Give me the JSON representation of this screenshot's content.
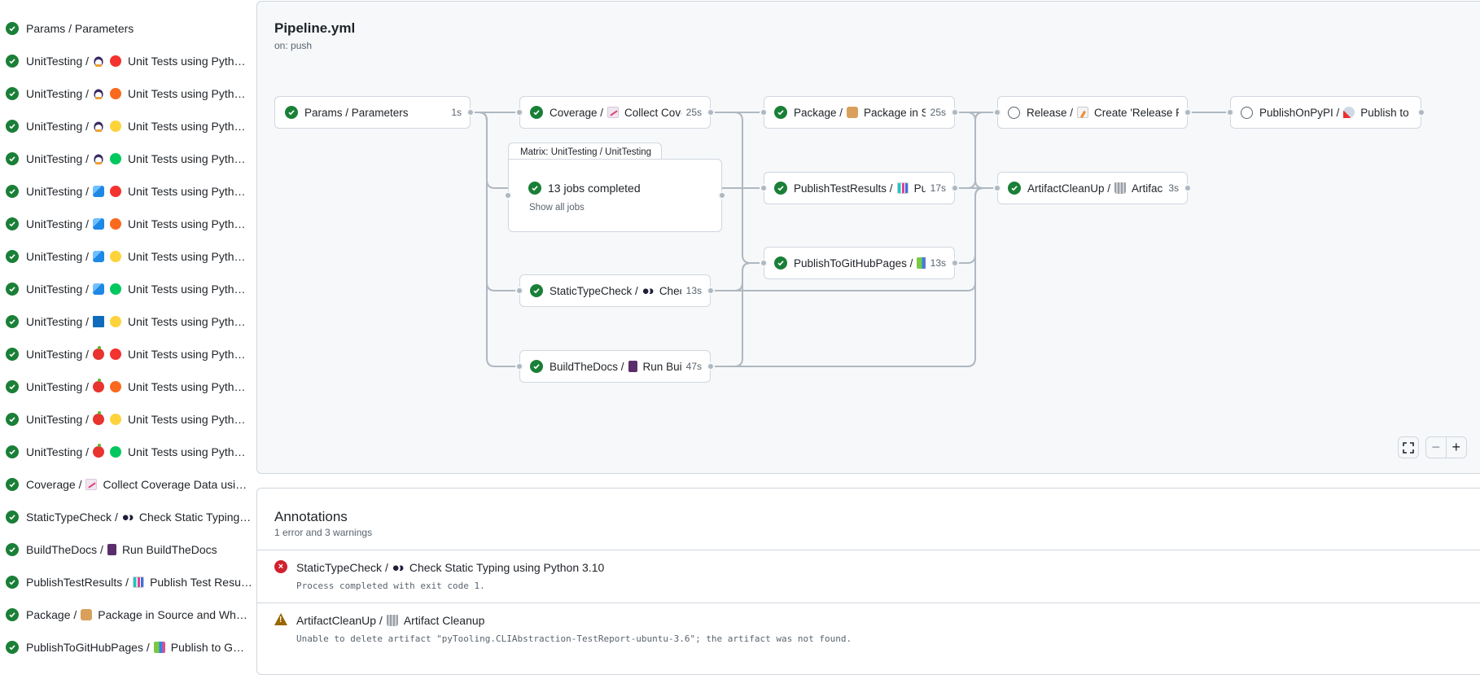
{
  "colors": {
    "success": "#1a7f37",
    "error": "#cf222e",
    "warning": "#9a6700",
    "edge": "#afb8c1"
  },
  "sidebar": {
    "items": [
      {
        "job": "Params / Parameters",
        "icon": null,
        "dot": null,
        "title": ""
      },
      {
        "job": "UnitTesting /",
        "icon": "penguin",
        "dot": "#f4322f",
        "title": "Unit Tests using Pyth…"
      },
      {
        "job": "UnitTesting /",
        "icon": "penguin",
        "dot": "#f96a1e",
        "title": "Unit Tests using Pyth…"
      },
      {
        "job": "UnitTesting /",
        "icon": "penguin",
        "dot": "#fdd33b",
        "title": "Unit Tests using Pyth…"
      },
      {
        "job": "UnitTesting /",
        "icon": "penguin",
        "dot": "#00c85f",
        "title": "Unit Tests using Pyth…"
      },
      {
        "job": "UnitTesting /",
        "icon": "cube",
        "dot": "#f4322f",
        "title": "Unit Tests using Pyth…"
      },
      {
        "job": "UnitTesting /",
        "icon": "cube",
        "dot": "#f96a1e",
        "title": "Unit Tests using Pyth…"
      },
      {
        "job": "UnitTesting /",
        "icon": "cube",
        "dot": "#fdd33b",
        "title": "Unit Tests using Pyth…"
      },
      {
        "job": "UnitTesting /",
        "icon": "cube",
        "dot": "#00c85f",
        "title": "Unit Tests using Pyth…"
      },
      {
        "job": "UnitTesting /",
        "icon": "square",
        "dot": "#fdd33b",
        "title": "Unit Tests using Pyth…"
      },
      {
        "job": "UnitTesting /",
        "icon": "apple",
        "dot": "#f4322f",
        "title": "Unit Tests using Pyth…"
      },
      {
        "job": "UnitTesting /",
        "icon": "apple",
        "dot": "#f96a1e",
        "title": "Unit Tests using Pyth…"
      },
      {
        "job": "UnitTesting /",
        "icon": "apple",
        "dot": "#fdd33b",
        "title": "Unit Tests using Pyth…"
      },
      {
        "job": "UnitTesting /",
        "icon": "apple",
        "dot": "#00c85f",
        "title": "Unit Tests using Pyth…"
      },
      {
        "job": "Coverage /",
        "icon": "chart-up",
        "dot": null,
        "title": "Collect Coverage Data usi…"
      },
      {
        "job": "StaticTypeCheck /",
        "icon": "eyes",
        "dot": null,
        "title": "Check Static Typing…"
      },
      {
        "job": "BuildTheDocs /",
        "icon": "notebook",
        "dot": null,
        "title": "Run BuildTheDocs"
      },
      {
        "job": "PublishTestResults /",
        "icon": "bar-chart",
        "dot": null,
        "title": "Publish Test Resu…"
      },
      {
        "job": "Package /",
        "icon": "package",
        "dot": null,
        "title": "Package in Source and Wh…"
      },
      {
        "job": "PublishToGitHubPages /",
        "icon": "books",
        "dot": null,
        "title": "Publish to G…"
      }
    ]
  },
  "graph": {
    "title": "Pipeline.yml",
    "trigger": "on: push",
    "nodes": [
      {
        "id": "params",
        "job": "Params / Parameters",
        "icon": null,
        "title": "",
        "duration": "1s",
        "status": "success"
      },
      {
        "id": "coverage",
        "job": "Coverage /",
        "icon": "chart-up",
        "title": "Collect Cove…",
        "duration": "25s",
        "status": "success"
      },
      {
        "id": "static",
        "job": "StaticTypeCheck /",
        "icon": "eyes",
        "title": "Chec…",
        "duration": "13s",
        "status": "success"
      },
      {
        "id": "build",
        "job": "BuildTheDocs /",
        "icon": "notebook",
        "title": "Run Buil…",
        "duration": "47s",
        "status": "success"
      },
      {
        "id": "package",
        "job": "Package /",
        "icon": "package",
        "title": "Package in So…",
        "duration": "25s",
        "status": "success"
      },
      {
        "id": "ptr",
        "job": "PublishTestResults /",
        "icon": "bar-chart",
        "title": "Pu…",
        "duration": "17s",
        "status": "success"
      },
      {
        "id": "pghp",
        "job": "PublishToGitHubPages /",
        "icon": "books",
        "title": "…",
        "duration": "13s",
        "status": "success"
      },
      {
        "id": "release",
        "job": "Release /",
        "icon": "memo",
        "title": "Create 'Release P…",
        "duration": "",
        "status": "pending"
      },
      {
        "id": "pypi",
        "job": "PublishOnPyPI /",
        "icon": "rocket",
        "title": "Publish to …",
        "duration": "",
        "status": "pending"
      },
      {
        "id": "artifact",
        "job": "ArtifactCleanUp /",
        "icon": "wastebasket",
        "title": "Artifac…",
        "duration": "3s",
        "status": "success"
      }
    ],
    "matrix": {
      "header": "Matrix: UnitTesting / UnitTesting",
      "summary": "13 jobs completed",
      "link": "Show all jobs"
    },
    "controls": {
      "fullscreen": "fullscreen-icon",
      "zoom_out": "−",
      "zoom_in": "+"
    }
  },
  "annotations": {
    "title": "Annotations",
    "summary": "1 error and 3 warnings",
    "items": [
      {
        "level": "error",
        "job": "StaticTypeCheck /",
        "icon": "eyes",
        "title": "Check Static Typing using Python 3.10",
        "message": "Process completed with exit code 1."
      },
      {
        "level": "warning",
        "job": "ArtifactCleanUp /",
        "icon": "wastebasket",
        "title": "Artifact Cleanup",
        "message": "Unable to delete artifact \"pyTooling.CLIAbstraction-TestReport-ubuntu-3.6\"; the artifact was not found."
      }
    ]
  }
}
